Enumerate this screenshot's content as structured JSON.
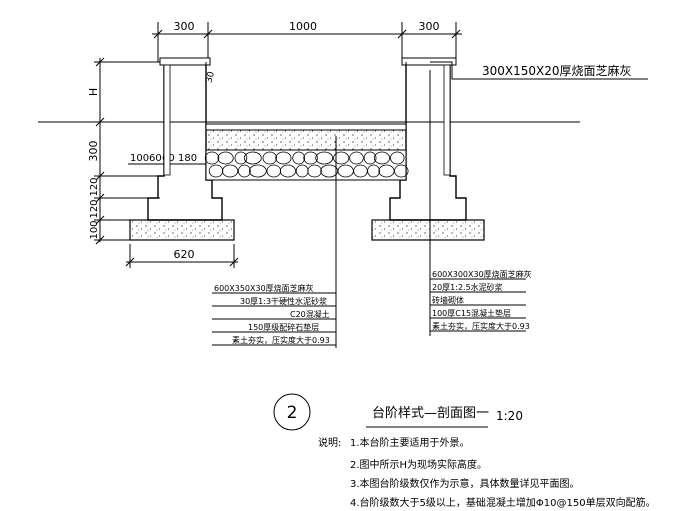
{
  "dimensions": {
    "top_left": "300",
    "top_middle": "1000",
    "top_right": "300",
    "left_h": "H",
    "left_300": "300",
    "left_120a": "120",
    "left_120b": "120",
    "left_100": "100",
    "small_100": "100",
    "small_60a": "60",
    "small_60b": "60",
    "small_180": "180",
    "bottom_620": "620",
    "wall_30": "30"
  },
  "coping_label": "300X150X20厚烧面芝麻灰",
  "left_callouts": [
    "600X350X30厚烧面芝麻灰",
    "30厚1:3干硬性水泥砂浆",
    "C20混凝土",
    "150厚级配碎石垫层",
    "素土夯实，压实度大于0.93"
  ],
  "right_callouts": [
    "600X300X30厚烧面芝麻灰",
    "20厚1:2.5水泥砂浆",
    "砖墙砌体",
    "100厚C15混凝土垫层",
    "素土夯实，压实度大于0.93"
  ],
  "title": {
    "number": "2",
    "name": "台阶样式—剖面图一",
    "scale": "1:20"
  },
  "notes": {
    "heading": "说明:",
    "items": [
      "1.本台阶主要适用于外景。",
      "2.图中所示H为现场实际高度。",
      "3.本图台阶级数仅作为示意，具体数量详见平面图。",
      "4.台阶级数大于5级以上，基础混凝土增加Φ10@150单层双向配筋。"
    ]
  }
}
